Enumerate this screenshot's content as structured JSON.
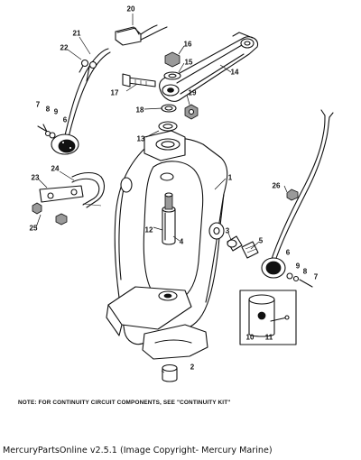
{
  "callouts": {
    "c1": "1",
    "c2": "2",
    "c3": "3",
    "c4": "4",
    "c5": "5",
    "c6a": "6",
    "c6b": "6",
    "c7a": "7",
    "c7b": "7",
    "c8a": "8",
    "c8b": "8",
    "c9a": "9",
    "c9b": "9",
    "c10": "10",
    "c11": "11",
    "c12": "12",
    "c13": "13",
    "c14": "14",
    "c15": "15",
    "c16": "16",
    "c17": "17",
    "c18": "18",
    "c19": "19",
    "c20": "20",
    "c21": "21",
    "c22": "22",
    "c23": "23",
    "c24": "24",
    "c25": "25",
    "c26": "26"
  },
  "note": "NOTE:  FOR CONTINUITY CIRCUIT COMPONENTS, SEE \"CONTINUITY KIT\"",
  "footer": "MercuryPartsOnline v2.5.1 (Image Copyright- Mercury Marine)"
}
